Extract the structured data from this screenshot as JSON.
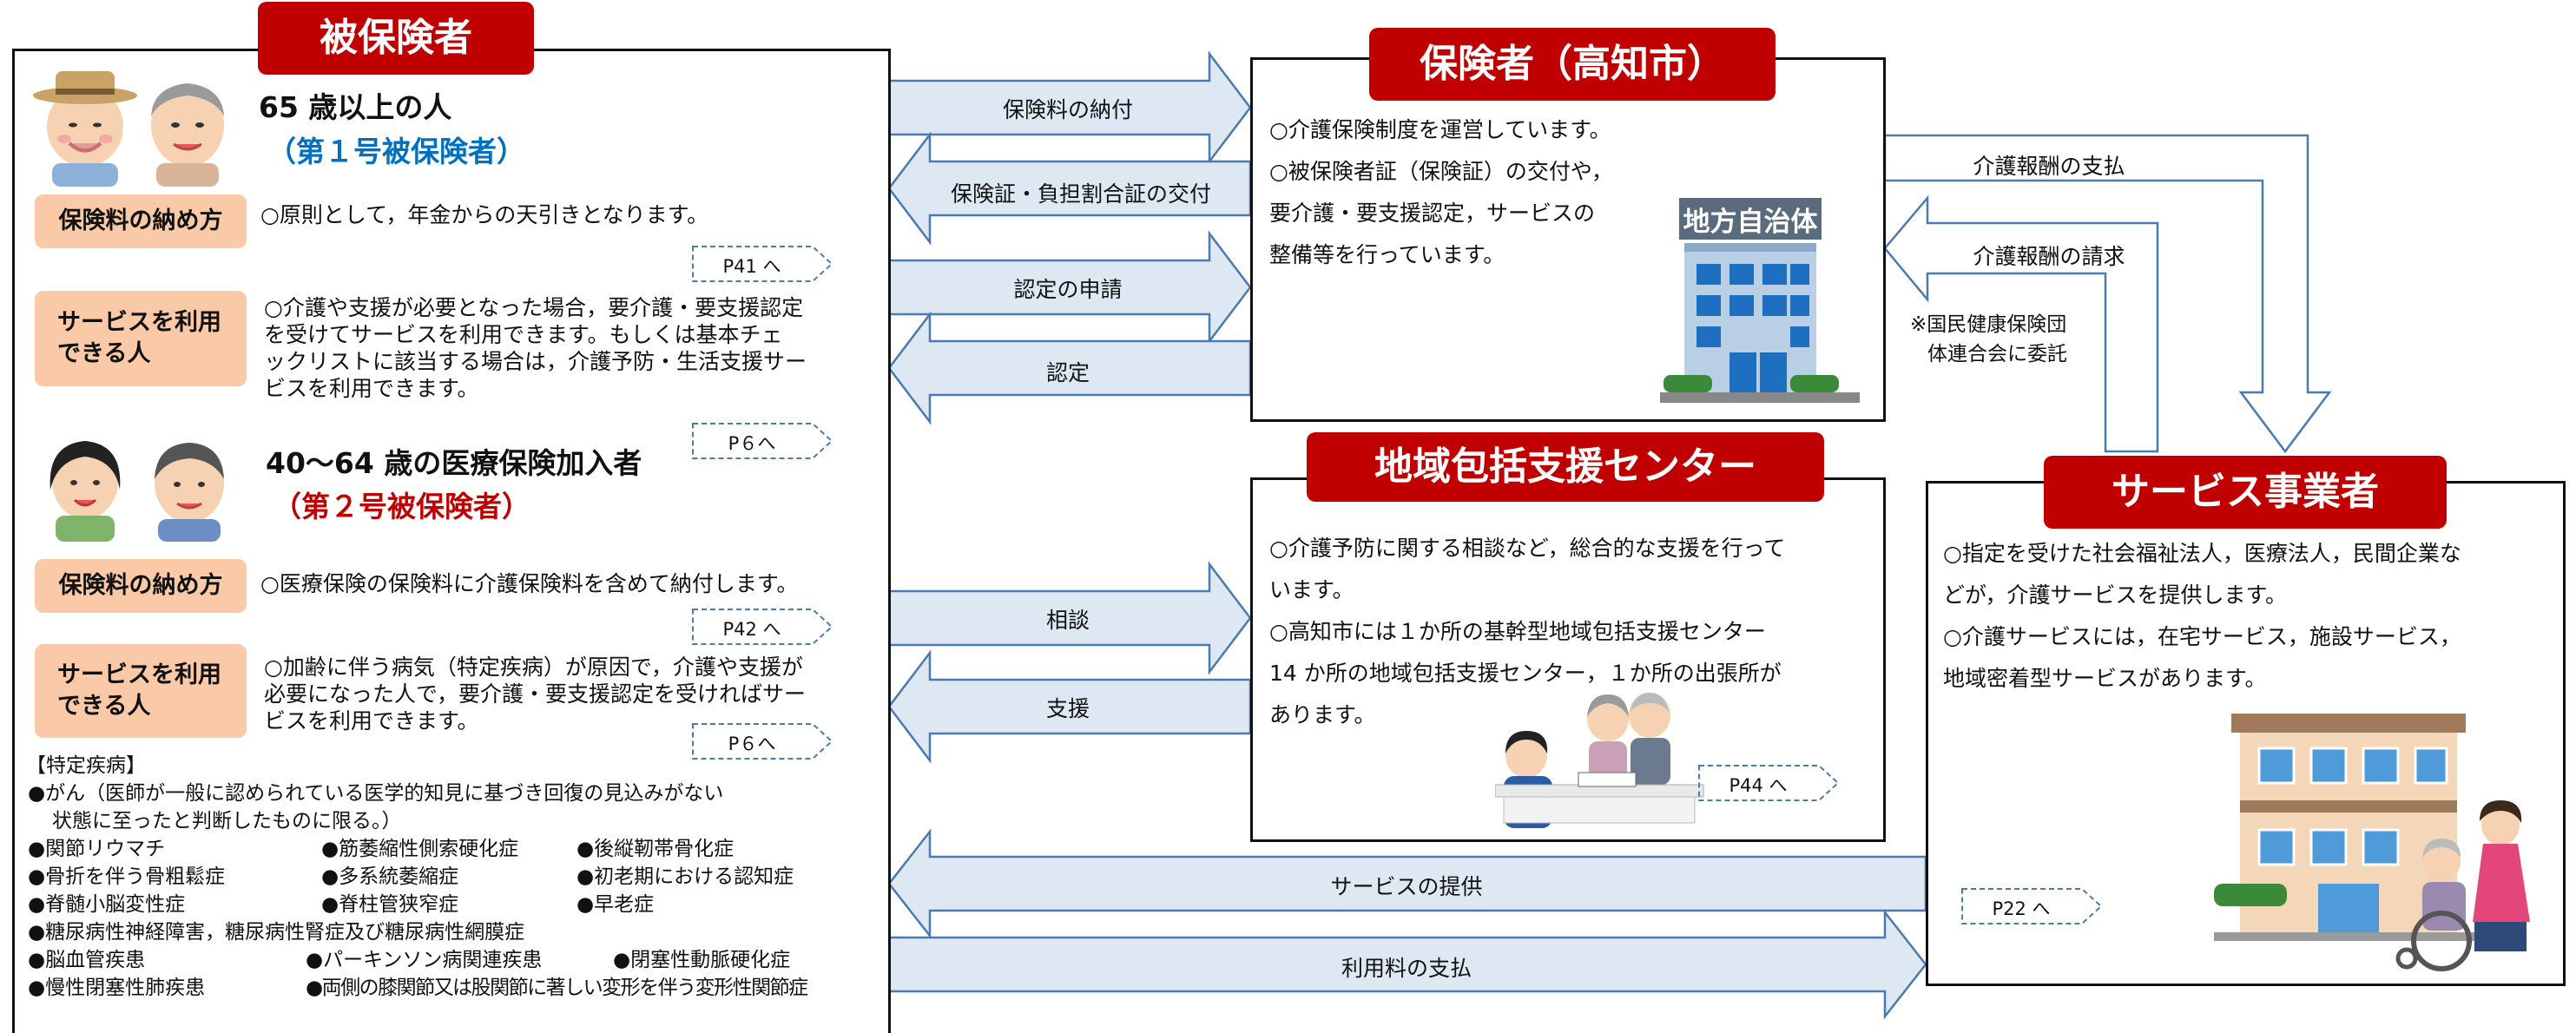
{
  "insured": {
    "title": "被保険者",
    "group1": {
      "age": "65 歳以上の人",
      "category": "（第１号被保険者）",
      "premium_label": "保険料の納め方",
      "premium_text": "○原則として，年金からの天引きとなります。",
      "premium_ref": "P41 へ",
      "service_label_line1": "サービスを利用",
      "service_label_line2": "できる人",
      "service_lines": [
        "○介護や支援が必要となった場合，要介護・要支援認定",
        "を受けてサービスを利用できます。もしくは基本チェ",
        "ックリストに該当する場合は，介護予防・生活支援サー",
        "ビスを利用できます。"
      ],
      "service_ref": "P６へ"
    },
    "group2": {
      "age": "40～64 歳の医療保険加入者",
      "category": "（第２号被保険者）",
      "premium_label": "保険料の納め方",
      "premium_text": "○医療保険の保険料に介護保険料を含めて納付します。",
      "premium_ref": "P42 へ",
      "service_label_line1": "サービスを利用",
      "service_label_line2": "できる人",
      "service_lines": [
        "○加齢に伴う病気（特定疾病）が原因で，介護や支援が",
        "必要になった人で，要介護・要支援認定を受ければサー",
        "ビスを利用できます。"
      ],
      "service_ref": "P６へ"
    },
    "diseases": {
      "heading": "【特定疾病】",
      "line1": "●がん（医師が一般に認められている医学的知見に基づき回復の見込みがない",
      "line2": "状態に至ったと判断したものに限る。）",
      "r3c1": "●関節リウマチ",
      "r3c2": "●筋萎縮性側索硬化症",
      "r3c3": "●後縦靭帯骨化症",
      "r4c1": "●骨折を伴う骨粗鬆症",
      "r4c2": "●多系統萎縮症",
      "r4c3": "●初老期における認知症",
      "r5c1": "●脊髄小脳変性症",
      "r5c2": "●脊柱管狭窄症",
      "r5c3": "●早老症",
      "r6": "●糖尿病性神経障害，糖尿病性腎症及び糖尿病性網膜症",
      "r7c1": "●脳血管疾患",
      "r7c2": "●パーキンソン病関連疾患",
      "r7c3": "●閉塞性動脈硬化症",
      "r8c1": "●慢性閉塞性肺疾患",
      "r8c2": "●両側の膝関節又は股関節に著しい変形を伴う変形性関節症"
    }
  },
  "insurer": {
    "title": "保険者（高知市）",
    "lines": [
      "○介護保険制度を運営しています。",
      "○被保険者証（保険証）の交付や，",
      "要介護・要支援認定，サービスの",
      "整備等を行っています。"
    ],
    "sign": "地方自治体"
  },
  "center": {
    "title": "地域包括支援センター",
    "lines": [
      "○介護予防に関する相談など，総合的な支援を行って",
      "います。",
      "○高知市には１か所の基幹型地域包括支援センター",
      "14 か所の地域包括支援センター，１か所の出張所が",
      "あります。"
    ],
    "ref": "P44 へ"
  },
  "provider": {
    "title": "サービス事業者",
    "lines": [
      "○指定を受けた社会福祉法人，医療法人，民間企業な",
      "どが，介護サービスを提供します。",
      "○介護サービスには，在宅サービス，施設サービス，",
      "地域密着型サービスがあります。"
    ],
    "ref": "P22 へ"
  },
  "arrows": {
    "premium_payment": "保険料の納付",
    "card_issue": "保険証・負担割合証の交付",
    "cert_application": "認定の申請",
    "certification": "認定",
    "consultation": "相談",
    "support": "支援",
    "service_provision": "サービスの提供",
    "fee_payment": "利用料の支払",
    "reward_payment": "介護報酬の支払",
    "reward_claim": "介護報酬の請求",
    "note_line1": "※国民健康保険団",
    "note_line2": "体連合会に委託"
  },
  "colors": {
    "title_red": "#c00000",
    "label_peach": "#f9c9a8",
    "arrow_fill": "#dde8f3",
    "arrow_stroke": "#4a7ab0",
    "category1_blue": "#0070c0",
    "category2_red": "#c00000"
  }
}
